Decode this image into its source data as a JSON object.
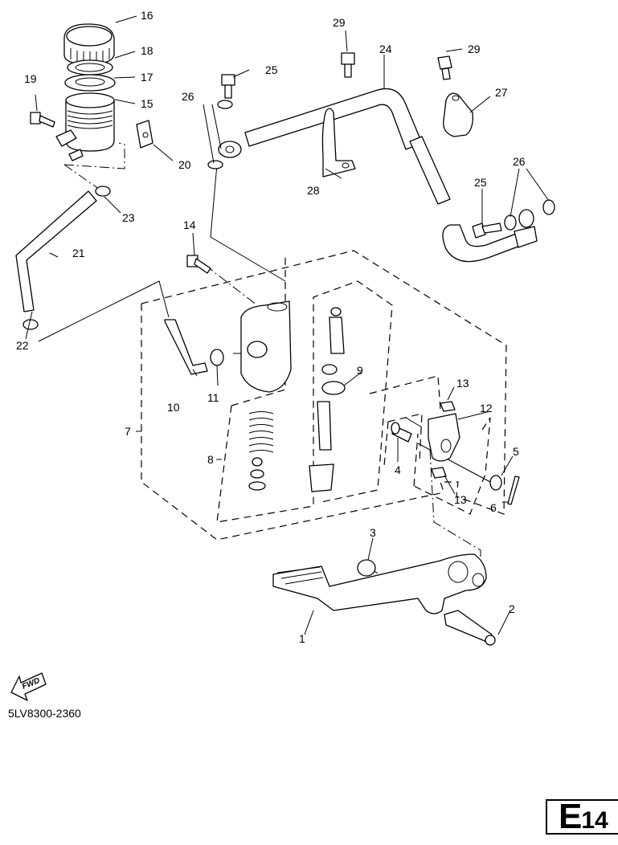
{
  "diagram": {
    "type": "exploded-parts-diagram",
    "subject": "Rear master cylinder and brake pedal assembly",
    "drawing_code": "5LV8300-2360",
    "section_badge": {
      "letter": "E",
      "number": "14"
    },
    "fwd_label": "FWD",
    "callouts": [
      {
        "id": "c1",
        "label": "1",
        "part": "brake pedal"
      },
      {
        "id": "c2",
        "label": "2",
        "part": "pedal pivot bolt"
      },
      {
        "id": "c3",
        "label": "3",
        "part": "collar / nut"
      },
      {
        "id": "c4",
        "label": "4",
        "part": "clevis pin"
      },
      {
        "id": "c5",
        "label": "5",
        "part": "washer"
      },
      {
        "id": "c6",
        "label": "6",
        "part": "cotter pin"
      },
      {
        "id": "c7",
        "label": "7",
        "part": "rear master cylinder assembly"
      },
      {
        "id": "c8",
        "label": "8",
        "part": "master cylinder kit"
      },
      {
        "id": "c9",
        "label": "9",
        "part": "circlip"
      },
      {
        "id": "c10",
        "label": "10",
        "part": "hose joint"
      },
      {
        "id": "c11",
        "label": "11",
        "part": "grommet"
      },
      {
        "id": "c12",
        "label": "12",
        "part": "clevis"
      },
      {
        "id": "c13a",
        "label": "13",
        "part": "nut (upper)"
      },
      {
        "id": "c13b",
        "label": "13",
        "part": "nut (lower)"
      },
      {
        "id": "c14",
        "label": "14",
        "part": "bolt"
      },
      {
        "id": "c15",
        "label": "15",
        "part": "reservoir tank"
      },
      {
        "id": "c16",
        "label": "16",
        "part": "reservoir cap"
      },
      {
        "id": "c17",
        "label": "17",
        "part": "diaphragm"
      },
      {
        "id": "c18",
        "label": "18",
        "part": "reservoir plate"
      },
      {
        "id": "c19",
        "label": "19",
        "part": "bolt"
      },
      {
        "id": "c20",
        "label": "20",
        "part": "nut clip"
      },
      {
        "id": "c21",
        "label": "21",
        "part": "reservoir hose"
      },
      {
        "id": "c22",
        "label": "22",
        "part": "hose clip (lower)"
      },
      {
        "id": "c23",
        "label": "23",
        "part": "hose clip (upper)"
      },
      {
        "id": "c24",
        "label": "24",
        "part": "brake hose"
      },
      {
        "id": "c25a",
        "label": "25",
        "part": "union bolt (upper)"
      },
      {
        "id": "c25b",
        "label": "25",
        "part": "union bolt (lower)"
      },
      {
        "id": "c26a",
        "label": "26",
        "part": "copper washers (upper)"
      },
      {
        "id": "c26b",
        "label": "26",
        "part": "copper washers (lower)"
      },
      {
        "id": "c27",
        "label": "27",
        "part": "hose holder"
      },
      {
        "id": "c28",
        "label": "28",
        "part": "hose guide"
      },
      {
        "id": "c29a",
        "label": "29",
        "part": "bolt (left)"
      },
      {
        "id": "c29b",
        "label": "29",
        "part": "bolt (right)"
      }
    ]
  }
}
